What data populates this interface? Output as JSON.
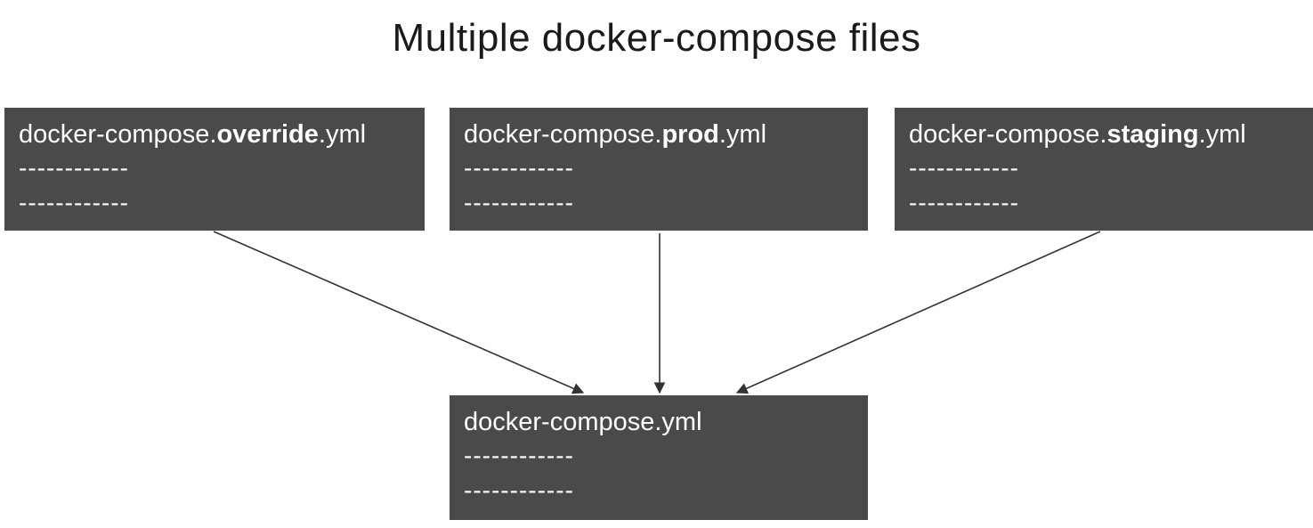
{
  "title": "Multiple docker-compose files",
  "colors": {
    "box_background": "#4a4a4a",
    "box_text": "#ffffff",
    "arrow": "#333333",
    "page_background": "#ffffff",
    "title_text": "#1a1a1a"
  },
  "boxes": [
    {
      "id": "override",
      "prefix": "docker-compose.",
      "emphasis": "override",
      "suffix": ".yml",
      "dashes": [
        "------------",
        "------------"
      ]
    },
    {
      "id": "prod",
      "prefix": "docker-compose.",
      "emphasis": "prod",
      "suffix": ".yml",
      "dashes": [
        "------------",
        "------------"
      ]
    },
    {
      "id": "staging",
      "prefix": "docker-compose.",
      "emphasis": "staging",
      "suffix": ".yml",
      "dashes": [
        "------------",
        "------------"
      ]
    }
  ],
  "base_box": {
    "label": "docker-compose.yml",
    "dashes": [
      "------------",
      "------------"
    ]
  },
  "connections": [
    {
      "from": "docker-compose.override.yml",
      "to": "docker-compose.yml"
    },
    {
      "from": "docker-compose.prod.yml",
      "to": "docker-compose.yml"
    },
    {
      "from": "docker-compose.staging.yml",
      "to": "docker-compose.yml"
    }
  ]
}
